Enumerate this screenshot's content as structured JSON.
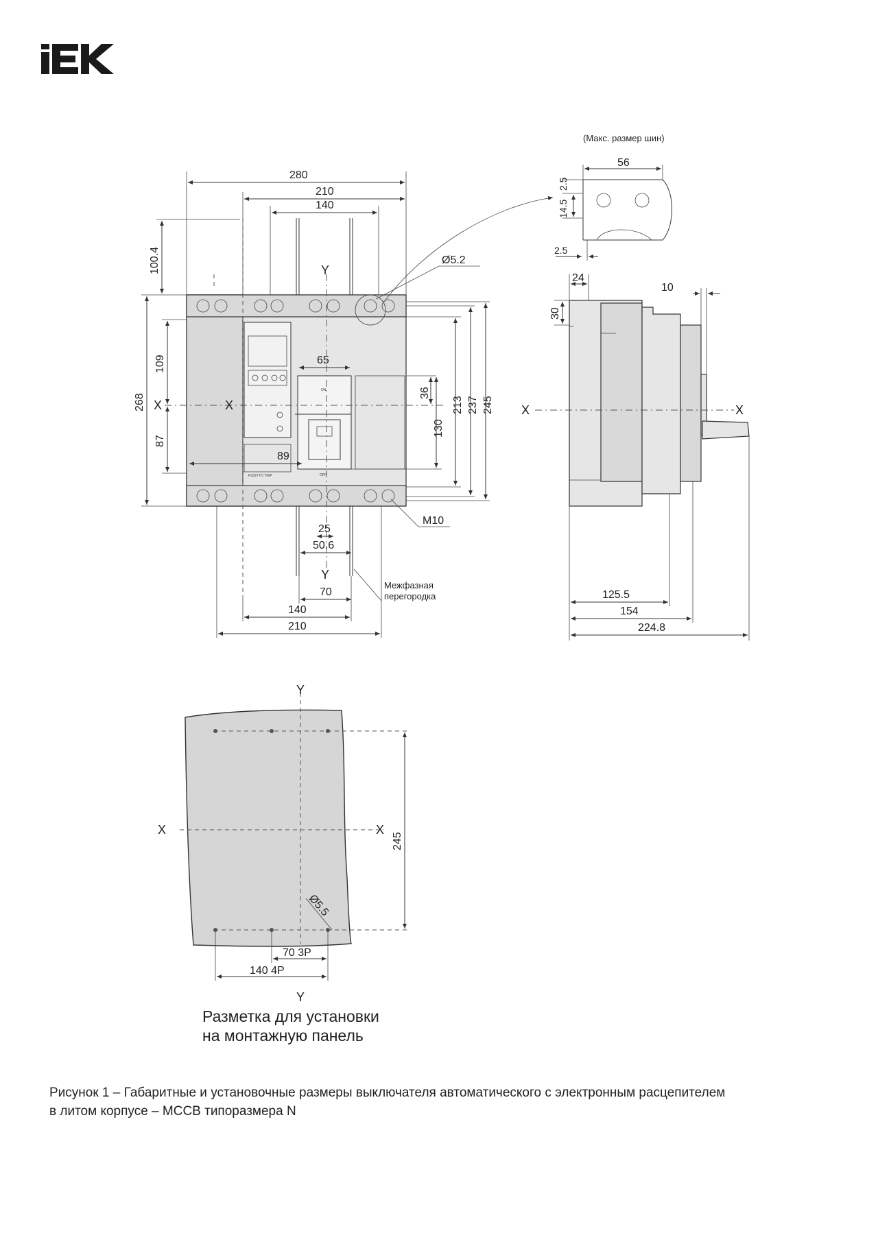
{
  "logo": {
    "text": "IEK"
  },
  "front_view": {
    "dims": {
      "w280": "280",
      "w210_top": "210",
      "w140_top": "140",
      "h100_4": "100.4",
      "h268": "268",
      "h109": "109",
      "h87": "87",
      "h213": "213",
      "h237": "237",
      "h245": "245",
      "h130": "130",
      "h36": "36",
      "w65": "65",
      "w89": "89",
      "w25": "25",
      "w50_6": "50.6",
      "w70": "70",
      "w140_bot": "140",
      "w210_bot": "210",
      "d5_2": "Ø5.2",
      "m10": "M10"
    },
    "axes": {
      "y_top": "Y",
      "y_bottom": "Y",
      "x_left": "X",
      "x_mid": "X"
    },
    "handle": {
      "on": "ON",
      "off": "OFF"
    },
    "push_to_trip": "PUSH TO TRIP",
    "partition_note": [
      "Межфазная",
      "перегородка"
    ]
  },
  "bus_detail": {
    "note": "(Макс. размер шин)",
    "dims": {
      "w56": "56",
      "h2_5_top": "2.5",
      "h14_5": "14.5",
      "w2_5": "2.5"
    }
  },
  "side_view": {
    "dims": {
      "w24": "24",
      "w10": "10",
      "h30": "30",
      "d125_5": "125.5",
      "d154": "154",
      "d224_8": "224.8"
    },
    "axes": {
      "x_left": "X",
      "x_right": "X"
    }
  },
  "mount_panel": {
    "axes": {
      "y_top": "Y",
      "y_bottom": "Y",
      "x_left": "X",
      "x_right": "X"
    },
    "dims": {
      "h245": "245",
      "d5_5": "Ø5.5",
      "w70_3p": "70 3P",
      "w140_4p": "140 4P"
    },
    "caption": [
      "Разметка для установки",
      "на монтажную панель"
    ]
  },
  "figure_caption": [
    "Рисунок 1 – Габаритные и установочные размеры выключателя автоматического с электронным расцепителем",
    "в литом корпусе – MCCB типоразмера N"
  ]
}
